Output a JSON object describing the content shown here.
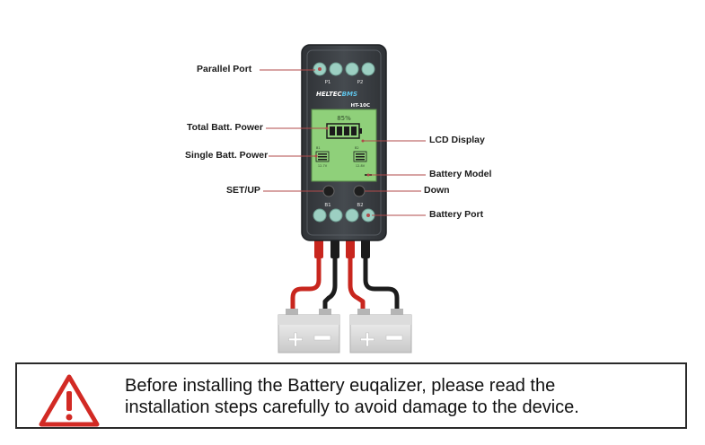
{
  "callouts": {
    "parallel_port": "Parallel Port",
    "total_batt_power": "Total Batt. Power",
    "single_batt_power": "Single Batt. Power",
    "set_up": "SET/UP",
    "lcd_display": "LCD Display",
    "battery_model": "Battery Model",
    "down": "Down",
    "battery_port": "Battery Port"
  },
  "device": {
    "brand": "HELTEC",
    "brand_suffix": "BMS",
    "model": "HT-10C",
    "top_port_labels": [
      "P1",
      "P2"
    ],
    "bottom_port_labels": [
      "B1",
      "B2"
    ],
    "lcd_percent": "85%",
    "lcd_volt_left": "12.7V",
    "lcd_volt_right": "12.8V"
  },
  "warning": {
    "line1": "Before installing the Battery euqalizer, please read the",
    "line2": "installation steps carefully to avoid damage to the device."
  },
  "colors": {
    "device_body": "#3b3f43",
    "port_teal": "#9ccfc2",
    "lcd_green": "#8fd07a",
    "callout_line": "#b04a4a",
    "wire_red": "#c8261e",
    "wire_black": "#1c1c1c",
    "warning_red": "#d22a24"
  }
}
